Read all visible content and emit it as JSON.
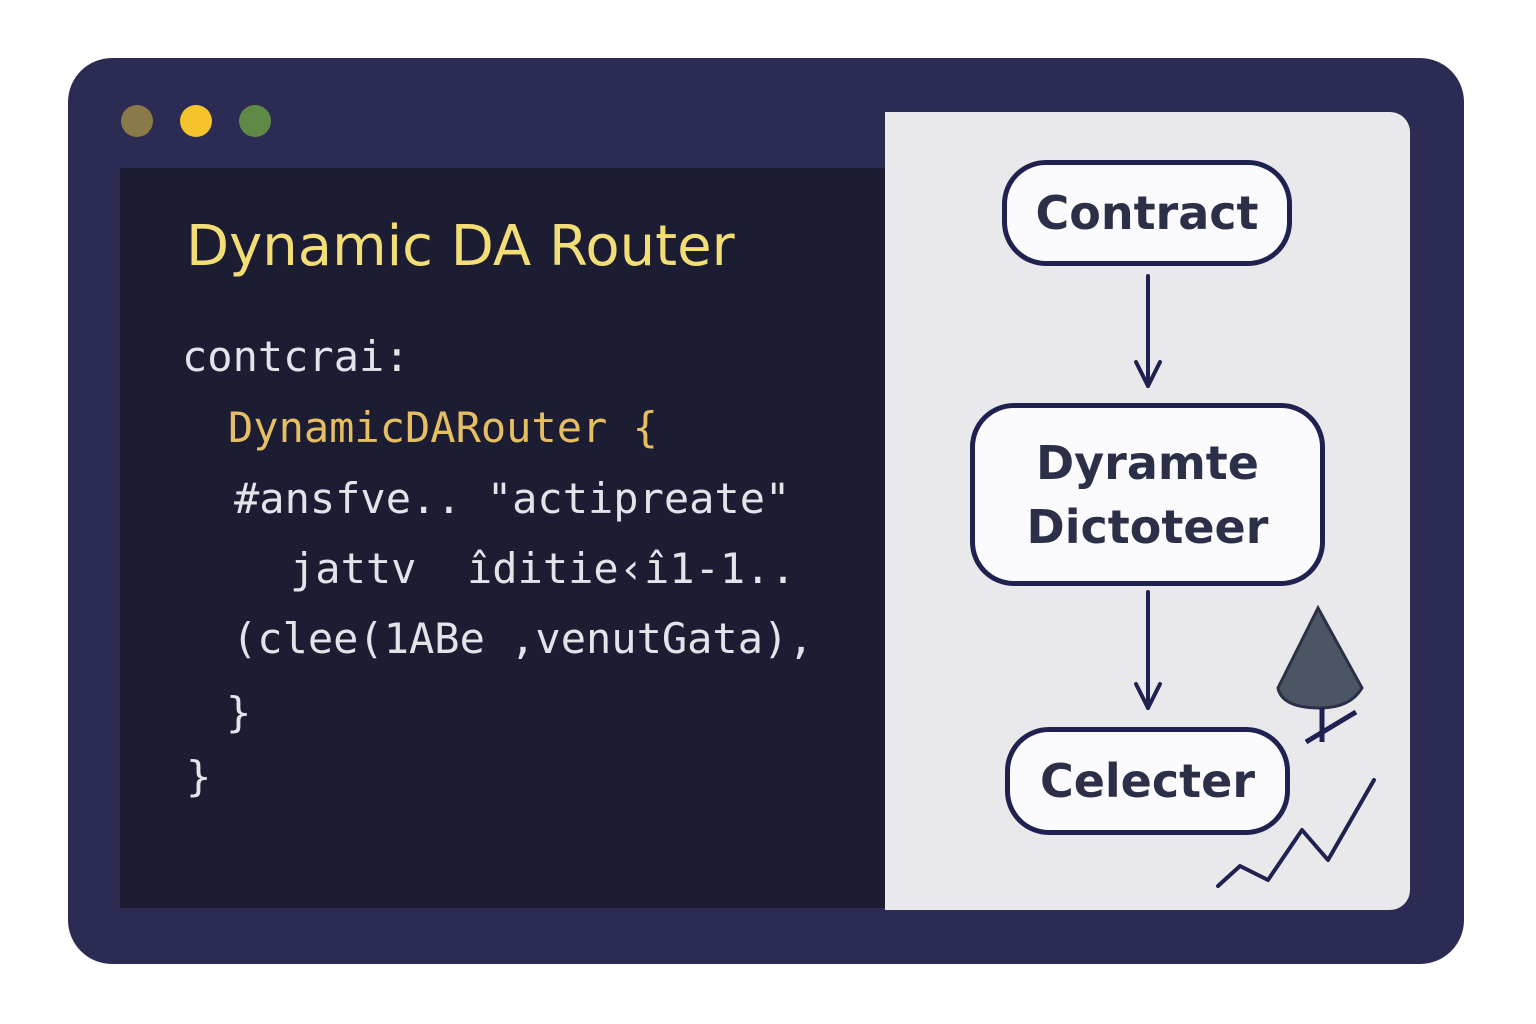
{
  "window": {
    "controls": [
      {
        "name": "close",
        "color": "#8a7a4a"
      },
      {
        "name": "minimize",
        "color": "#f5c42c"
      },
      {
        "name": "maximize",
        "color": "#5f8a46"
      }
    ]
  },
  "editor": {
    "title": "Dynamic DA Router",
    "lines": [
      "contcrai:",
      "DynamicDARouter {",
      "#ansfve.. \"actipreate\"",
      "jattv  îditie‹î1-1..",
      "(clee(1ABe ,venutGata),",
      "}",
      "}"
    ]
  },
  "diagram": {
    "nodes": [
      "Contract",
      "Dyramte Dictoteer",
      "Celecter"
    ],
    "icons": [
      "tree-icon",
      "trend-line-icon"
    ]
  }
}
